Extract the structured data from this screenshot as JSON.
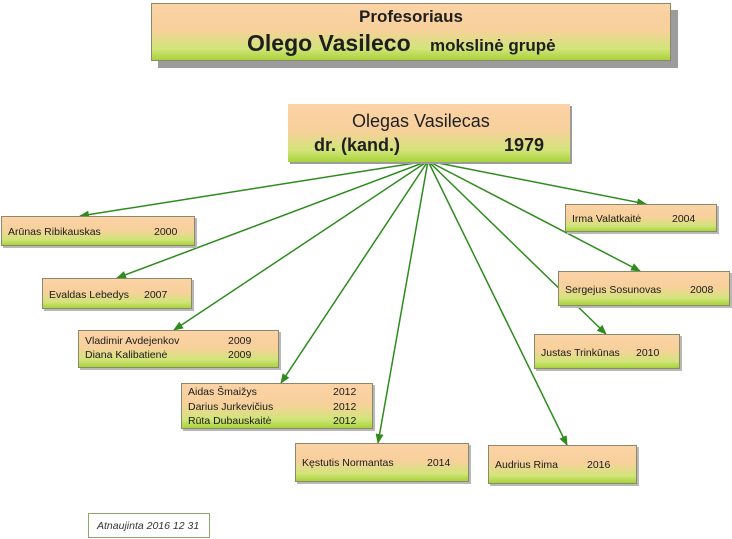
{
  "header": {
    "line1": "Profesoriaus",
    "name": "Olego Vasileco",
    "subtitle": "mokslinė grupė"
  },
  "root": {
    "name": "Olegas Vasilecas",
    "degree": "dr. (kand.)",
    "year": "1979"
  },
  "members": {
    "ribikauskas": [
      {
        "name": "Arūnas  Ribikauskas",
        "year": "2000"
      }
    ],
    "lebedys": [
      {
        "name": "Evaldas Lebedys",
        "year": "2007"
      }
    ],
    "avdejenkov": [
      {
        "name": "Vladimir Avdejenkov",
        "year": "2009"
      },
      {
        "name": "Diana Kalibatienė",
        "year": "2009"
      }
    ],
    "smaizys": [
      {
        "name": "Aidas Šmaižys",
        "year": "2012"
      },
      {
        "name": "Darius Jurkevičius",
        "year": "2012"
      },
      {
        "name": "Rūta Dubauskaitė",
        "year": "2012"
      }
    ],
    "normantas": [
      {
        "name": "Kęstutis Normantas",
        "year": "2014"
      }
    ],
    "rima": [
      {
        "name": "Audrius Rima",
        "year": "2016"
      }
    ],
    "trinkunas": [
      {
        "name": "Justas Trinkūnas",
        "year": "2010"
      }
    ],
    "sosunovas": [
      {
        "name": "Sergejus Sosunovas",
        "year": "2008"
      }
    ],
    "valatkaite": [
      {
        "name": "Irma Valatkaitė",
        "year": "2004"
      }
    ]
  },
  "updated": "Atnaujinta 2016 12 31",
  "colors": {
    "connector": "#2e8b1e",
    "box_top": "#fbd3a6",
    "box_bottom": "#a8d33a"
  }
}
